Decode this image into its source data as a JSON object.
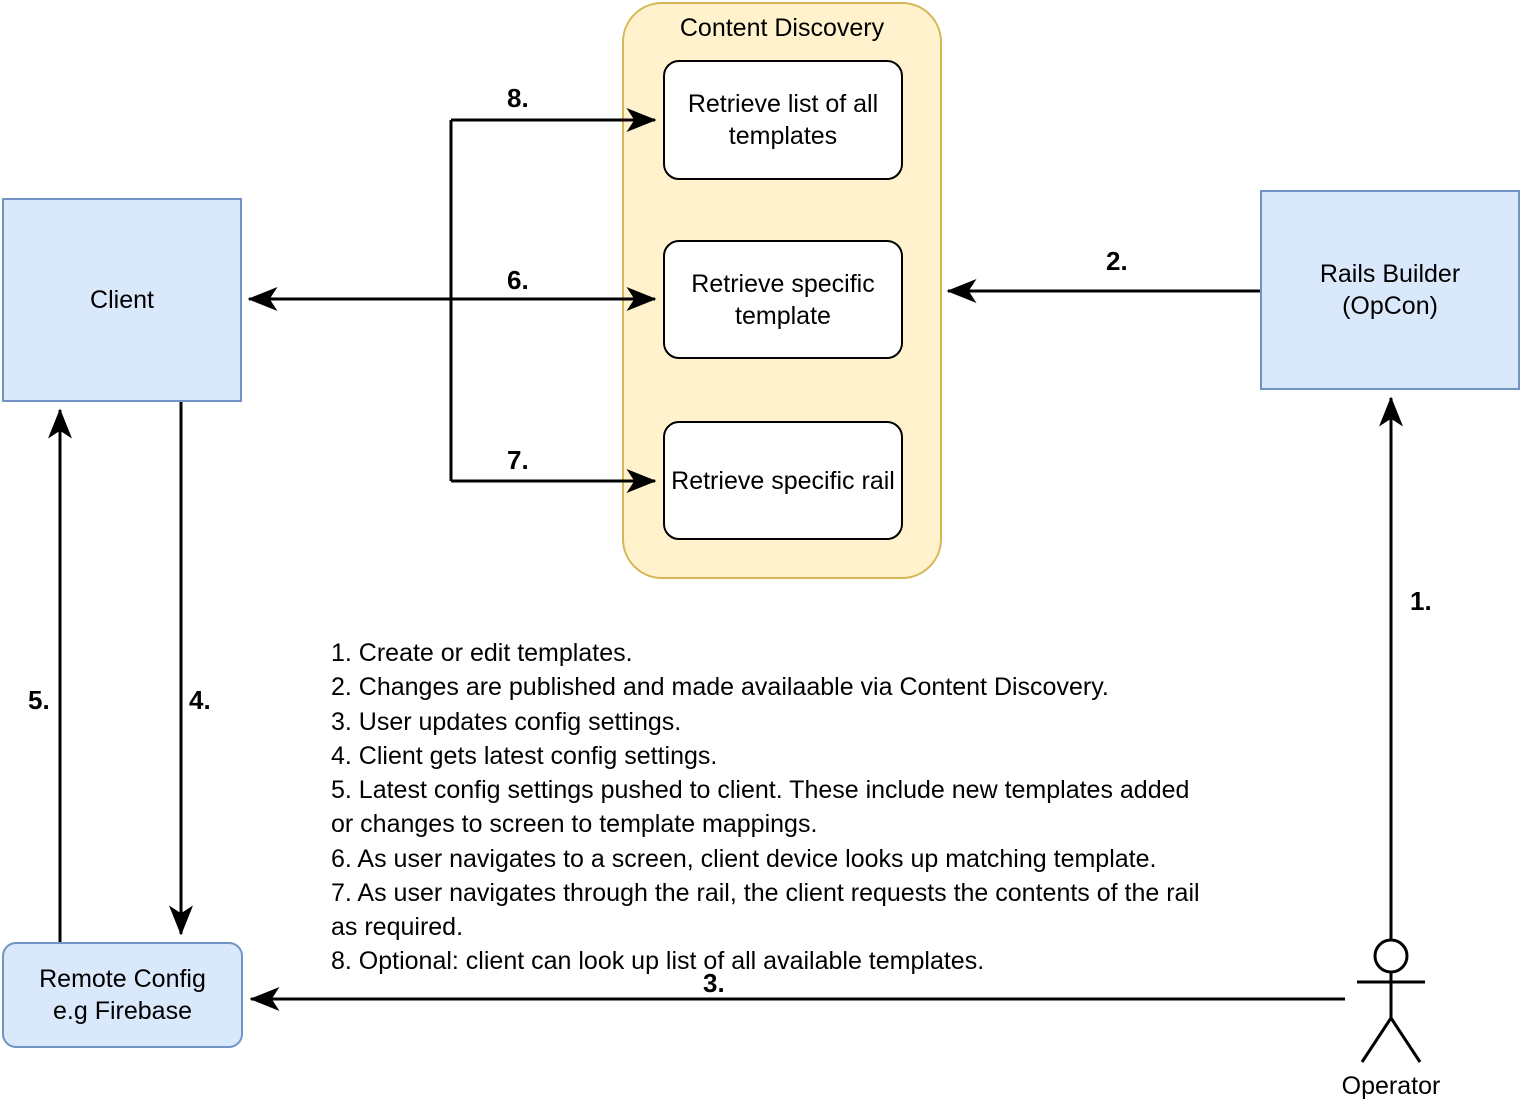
{
  "diagram": {
    "title_group": "Content Discovery",
    "nodes": {
      "client": "Client",
      "rails_builder": "Rails Builder\n(OpCon)",
      "remote_config": "Remote Config\ne.g Firebase",
      "retrieve_list": "Retrieve list of all\ntemplates",
      "retrieve_template": "Retrieve specific\ntemplate",
      "retrieve_rail": "Retrieve specific rail",
      "operator": "Operator"
    },
    "step_labels": {
      "one": "1.",
      "two": "2.",
      "three": "3.",
      "four": "4.",
      "five": "5.",
      "six": "6.",
      "seven": "7.",
      "eight": "8."
    },
    "legend": "1. Create or edit templates.\n2. Changes are published and made availaable via Content Discovery.\n3. User updates config settings.\n4. Client gets latest config settings.\n5. Latest config settings pushed to client. These include new templates added\nor changes to screen to template mappings.\n6. As user navigates to a screen, client device looks up matching template.\n7. As user navigates through the rail, the client requests the contents of the rail\nas required.\n8. Optional: client can look up list of all available templates.",
    "colors": {
      "box_fill": "#dae8fc",
      "box_stroke": "#7294c4",
      "group_fill": "#fff2cc",
      "group_stroke": "#d6b656",
      "inner_fill": "#ffffff",
      "inner_stroke": "#000000",
      "arrow": "#000000",
      "background": "#ffffff"
    }
  }
}
